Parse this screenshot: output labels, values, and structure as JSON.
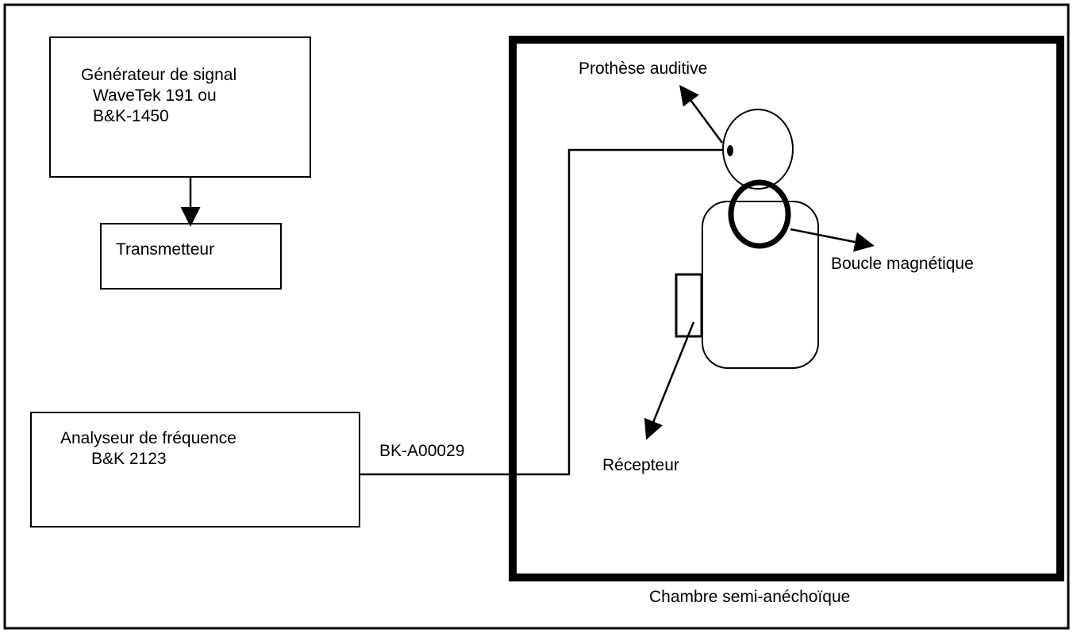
{
  "diagram": {
    "generator": {
      "line1": "Générateur de signal",
      "line2": "WaveTek 191 ou",
      "line3": "B&K-1450"
    },
    "transmitter": "Transmetteur",
    "analyzer": {
      "line1": "Analyseur de fréquence",
      "line2": "B&K 2123"
    },
    "cable": "BK-A00029",
    "hearing_aid": "Prothèse auditive",
    "loop": "Boucle magnétique",
    "receiver": "Récepteur",
    "chamber": "Chambre semi-anéchoïque"
  }
}
